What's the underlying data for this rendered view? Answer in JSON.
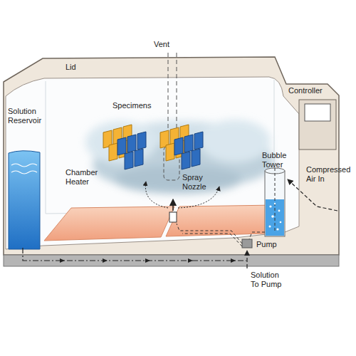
{
  "diagram": {
    "labels": [
      "Lid",
      "Vent",
      "Controller",
      "Solution Reservoir",
      "Specimens",
      "Spray Nozzle",
      "Chamber Heater",
      "Bubble Tower",
      "Compressed Air In",
      "Pump",
      "Solution To Pump"
    ]
  }
}
